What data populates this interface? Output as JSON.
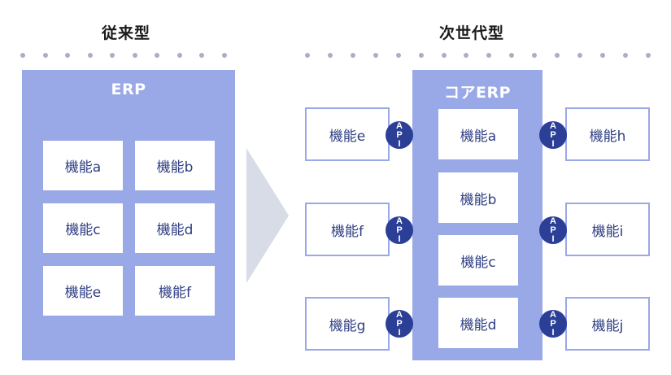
{
  "legacy": {
    "heading": "従来型",
    "panel_title": "ERP",
    "functions": [
      "機能a",
      "機能b",
      "機能c",
      "機能d",
      "機能e",
      "機能f"
    ]
  },
  "next_gen": {
    "heading": "次世代型",
    "panel_title": "コアERP",
    "core_functions": [
      "機能a",
      "機能b",
      "機能c",
      "機能d"
    ],
    "left_functions": [
      "機能e",
      "機能f",
      "機能g"
    ],
    "right_functions": [
      "機能h",
      "機能i",
      "機能j"
    ],
    "api_badge": {
      "line1": "A",
      "line2": "P",
      "line3": "I"
    }
  },
  "colors": {
    "panel": "#99a8e6",
    "api_badge": "#2b3f96",
    "arrow": "#d7dce7",
    "text": "#2e3d82",
    "dots": "#a9b0c3"
  }
}
